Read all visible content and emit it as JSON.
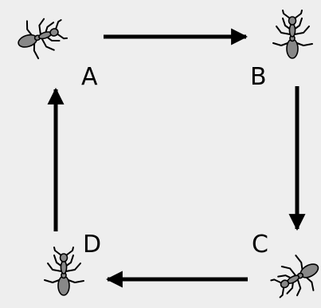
{
  "diagram": {
    "background": "#eeeeee",
    "ant_body_color": "#888888",
    "outline_color": "#000000",
    "nodes": {
      "a": {
        "label": "A",
        "icon": "ant-icon"
      },
      "b": {
        "label": "B",
        "icon": "ant-icon"
      },
      "c": {
        "label": "C",
        "icon": "ant-icon"
      },
      "d": {
        "label": "D",
        "icon": "ant-icon"
      }
    },
    "arrows": [
      {
        "from": "A",
        "to": "B"
      },
      {
        "from": "B",
        "to": "C"
      },
      {
        "from": "C",
        "to": "D"
      },
      {
        "from": "D",
        "to": "A"
      }
    ]
  }
}
